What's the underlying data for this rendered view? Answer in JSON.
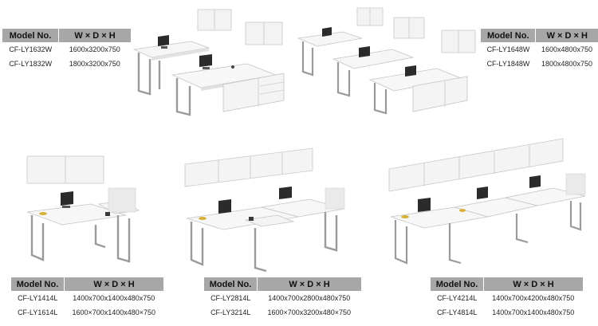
{
  "tables": [
    {
      "header": {
        "model": "Model No.",
        "dims": "W × D × H"
      },
      "rows": [
        {
          "model": "CF-LY1632W",
          "dims": "1600x3200x750"
        },
        {
          "model": "CF-LY1832W",
          "dims": "1800x3200x750"
        }
      ]
    },
    {
      "header": {
        "model": "Model No.",
        "dims": "W × D × H"
      },
      "rows": [
        {
          "model": "CF-LY1648W",
          "dims": "1600x4800x750"
        },
        {
          "model": "CF-LY1848W",
          "dims": "1800x4800x750"
        }
      ]
    },
    {
      "header": {
        "model": "Model No.",
        "dims": "W × D × H"
      },
      "rows": [
        {
          "model": "CF-LY1414L",
          "dims": "1400x700x1400x480x750"
        },
        {
          "model": "CF-LY1614L",
          "dims": "1600×700x1400x480×750"
        }
      ]
    },
    {
      "header": {
        "model": "Model No.",
        "dims": "W × D × H"
      },
      "rows": [
        {
          "model": "CF-LY2814L",
          "dims": "1400x700x2800x480x750"
        },
        {
          "model": "CF-LY3214L",
          "dims": "1600×700x3200x480×750"
        }
      ]
    },
    {
      "header": {
        "model": "Model No.",
        "dims": "W × D × H"
      },
      "rows": [
        {
          "model": "CF-LY4214L",
          "dims": "1400x700x4200x480x750"
        },
        {
          "model": "CF-LY4814L",
          "dims": "1400x700x1400x480x750"
        }
      ]
    }
  ]
}
